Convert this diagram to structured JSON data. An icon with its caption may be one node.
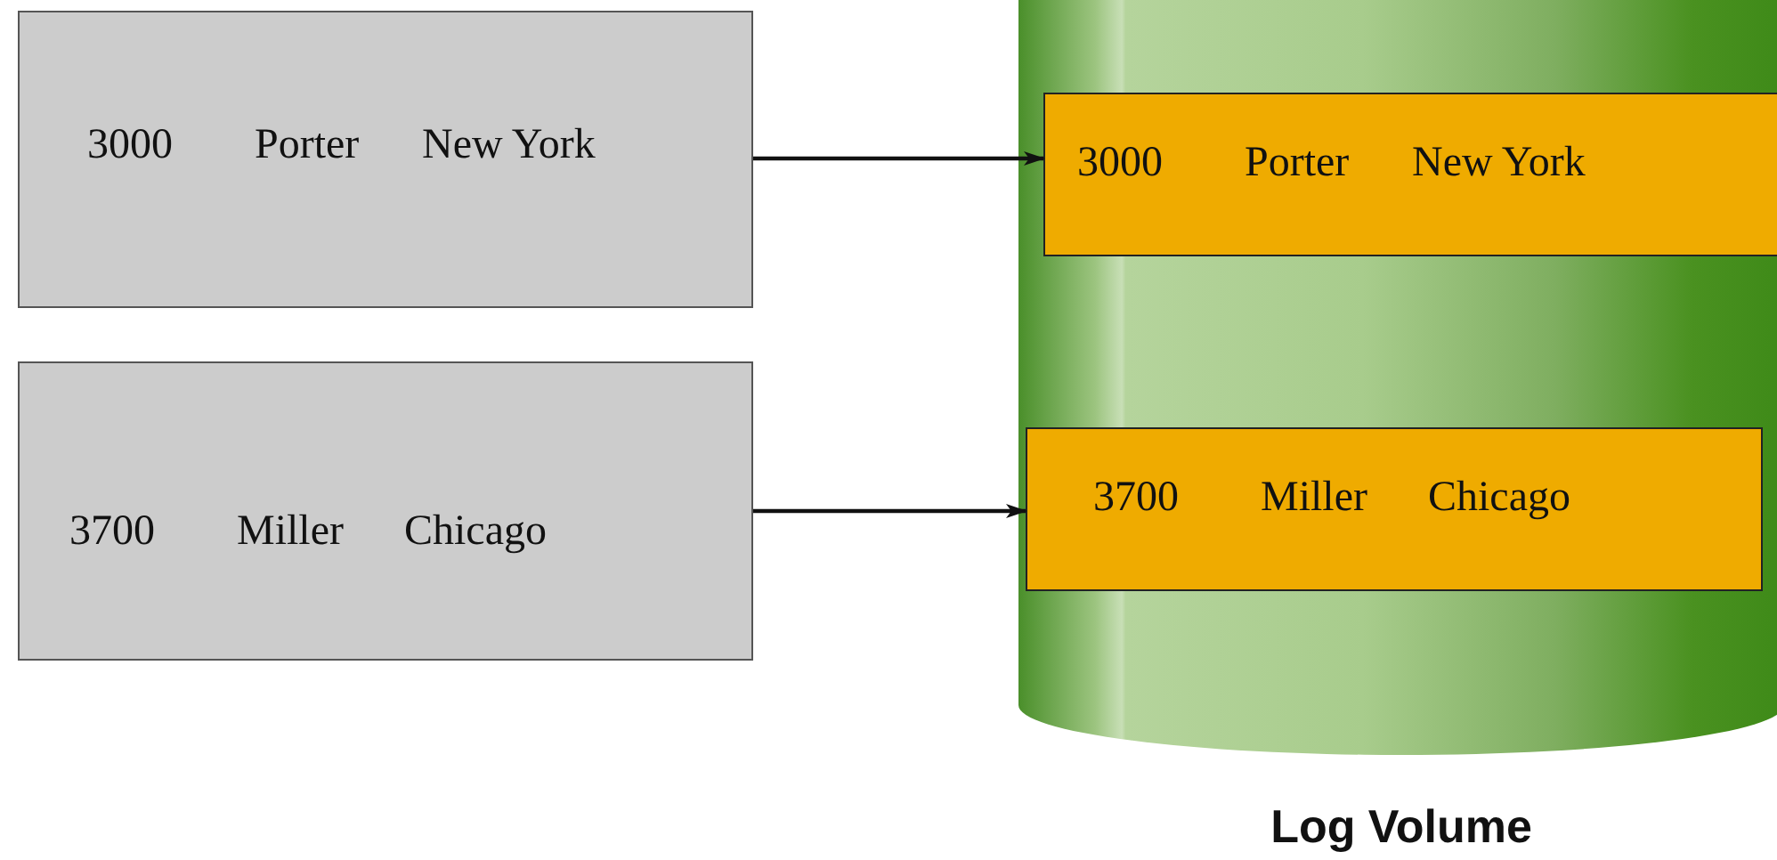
{
  "diagram": {
    "nodes": [
      {
        "text": [
          "3000",
          "Porter",
          "New York"
        ]
      },
      {
        "text": [
          "3700",
          "Miller",
          "Chicago"
        ]
      },
      {
        "text": [
          "Log Volume"
        ]
      },
      {
        "text": [
          "3000",
          "Porter",
          "New York"
        ],
        "in": 2
      },
      {
        "text": [
          "3700",
          "Miller",
          "Chicago"
        ],
        "in": 2
      }
    ],
    "edges": [
      {
        "from": 0,
        "to": 3,
        "arrow": "to"
      },
      {
        "from": 1,
        "to": 4,
        "arrow": "to"
      }
    ]
  }
}
